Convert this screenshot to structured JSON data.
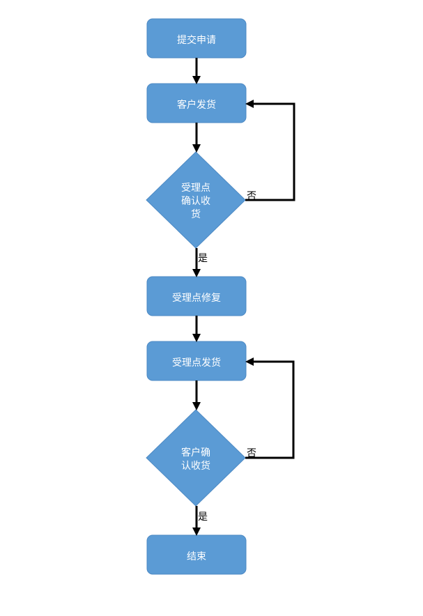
{
  "diagram": {
    "nodes": {
      "submit": "提交申请",
      "customer_ship": "客户发货",
      "acceptance_confirm_line1": "受理点",
      "acceptance_confirm_line2": "确认收",
      "acceptance_confirm_line3": "货",
      "acceptance_repair": "受理点修复",
      "acceptance_ship": "受理点发货",
      "customer_confirm_line1": "客户确",
      "customer_confirm_line2": "认收货",
      "end": "结束"
    },
    "edge_labels": {
      "acceptance_no": "否",
      "acceptance_yes": "是",
      "customer_no": "否",
      "customer_yes": "是"
    },
    "colors": {
      "node_fill": "#5b9bd5",
      "node_text": "#ffffff",
      "edge": "#000000"
    }
  }
}
